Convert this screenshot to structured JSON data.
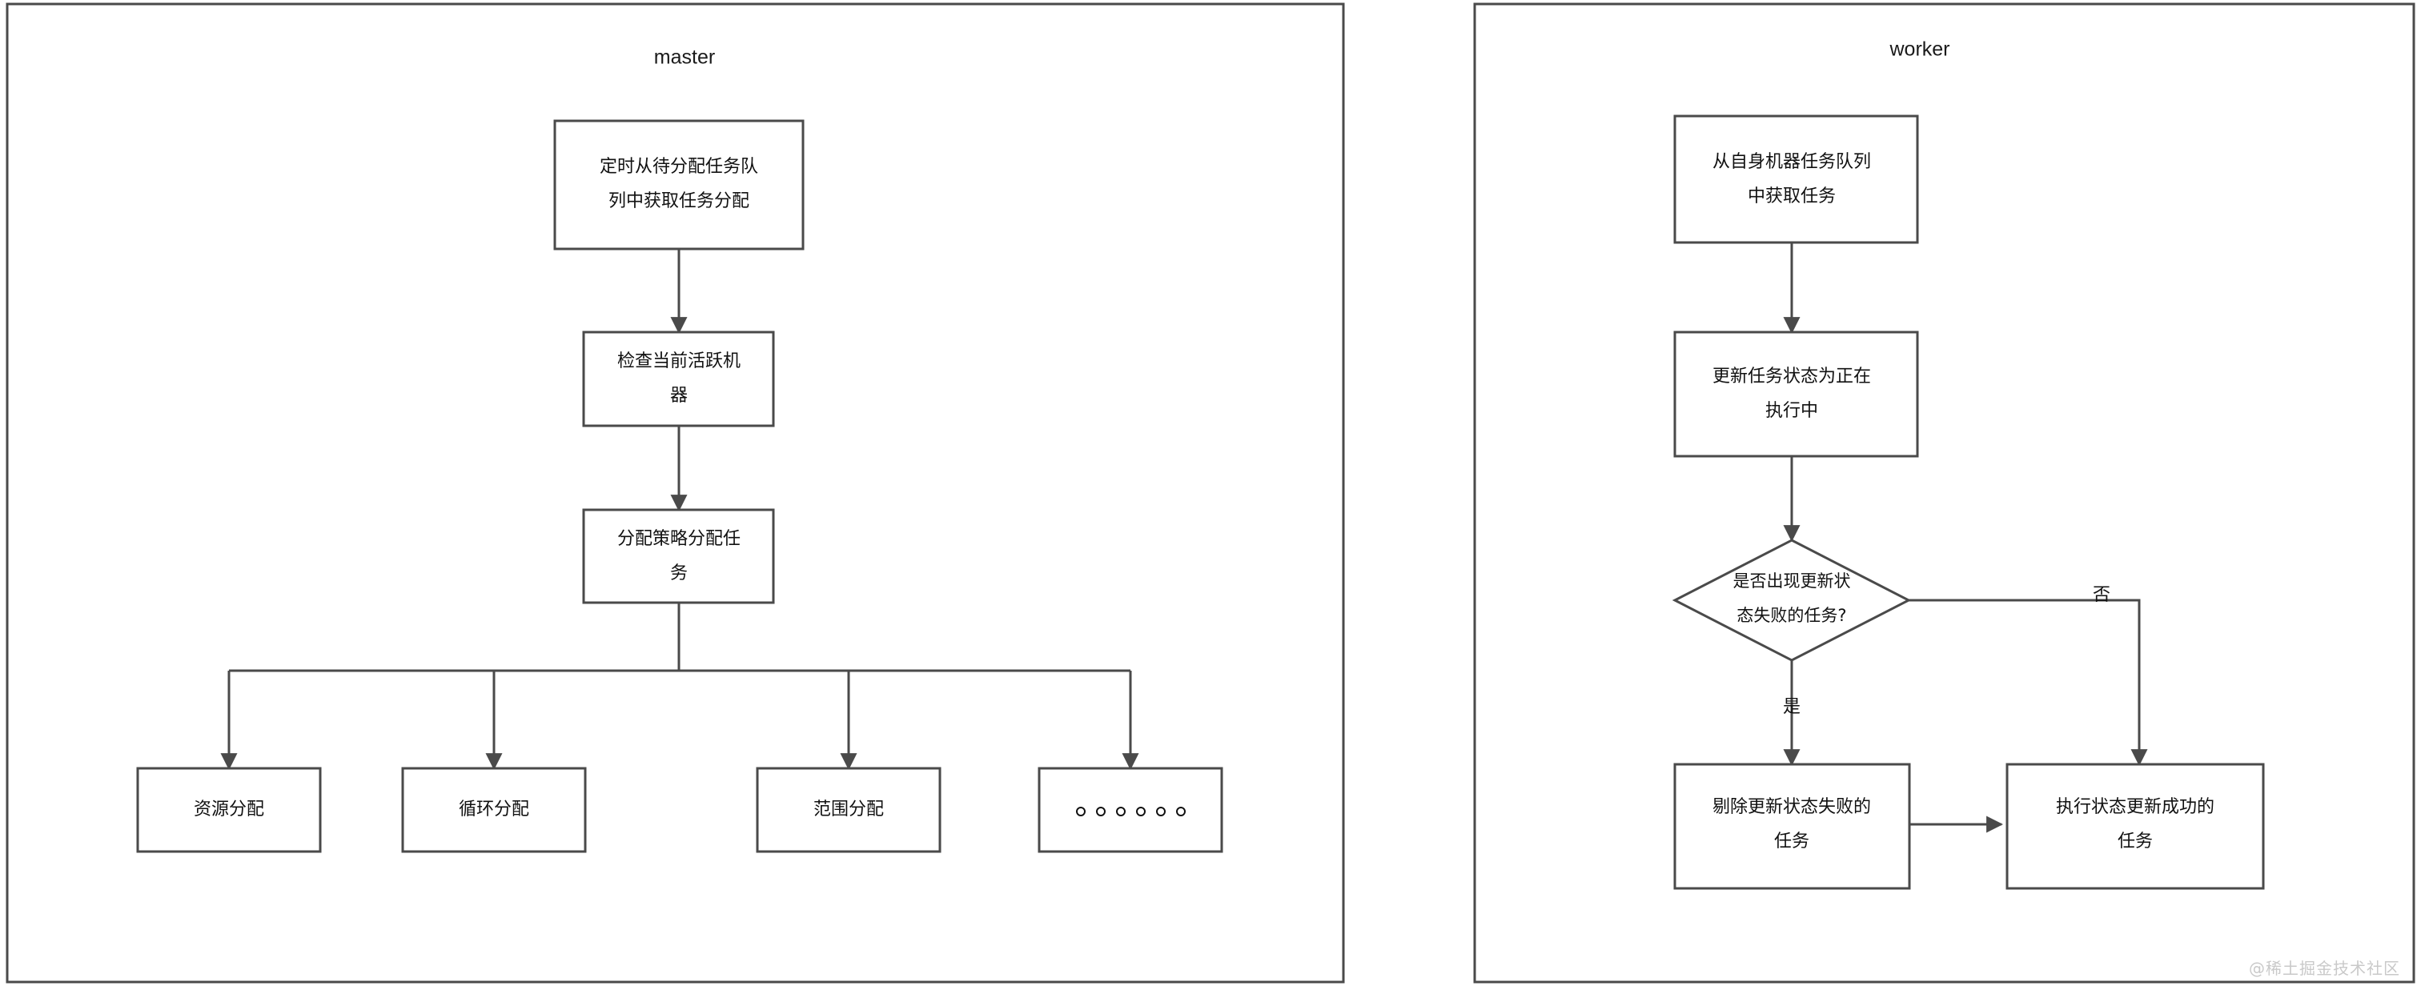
{
  "diagram": {
    "type": "flowchart",
    "background": "#ffffff",
    "stroke_color": "#4a4a4a",
    "text_color": "#111111",
    "panels": [
      {
        "id": "master",
        "title": "master",
        "nodes": [
          {
            "id": "m1",
            "shape": "rect",
            "text_lines": [
              "定时从待分配任务队",
              "列中获取任务分配"
            ]
          },
          {
            "id": "m2",
            "shape": "rect",
            "text_lines": [
              "检查当前活跃机",
              "器"
            ]
          },
          {
            "id": "m3",
            "shape": "rect",
            "text_lines": [
              "分配策略分配任",
              "务"
            ]
          },
          {
            "id": "m4",
            "shape": "rect",
            "text_lines": [
              "资源分配"
            ]
          },
          {
            "id": "m5",
            "shape": "rect",
            "text_lines": [
              "循环分配"
            ]
          },
          {
            "id": "m6",
            "shape": "rect",
            "text_lines": [
              "范围分配"
            ]
          },
          {
            "id": "m7",
            "shape": "rect",
            "text_lines": [
              "。。。。。。"
            ],
            "glyph": "six-dots"
          }
        ],
        "edges": [
          {
            "from": "m1",
            "to": "m2",
            "label": ""
          },
          {
            "from": "m2",
            "to": "m3",
            "label": ""
          },
          {
            "from": "m3",
            "to": "m4",
            "label": ""
          },
          {
            "from": "m3",
            "to": "m5",
            "label": ""
          },
          {
            "from": "m3",
            "to": "m6",
            "label": ""
          },
          {
            "from": "m3",
            "to": "m7",
            "label": ""
          }
        ]
      },
      {
        "id": "worker",
        "title": "worker",
        "nodes": [
          {
            "id": "w1",
            "shape": "rect",
            "text_lines": [
              "从自身机器任务队列",
              "中获取任务"
            ]
          },
          {
            "id": "w2",
            "shape": "rect",
            "text_lines": [
              "更新任务状态为正在",
              "执行中"
            ]
          },
          {
            "id": "w3",
            "shape": "diamond",
            "text_lines": [
              "是否出现更新状",
              "态失败的任务?"
            ]
          },
          {
            "id": "w4",
            "shape": "rect",
            "text_lines": [
              "剔除更新状态失败的",
              "任务"
            ]
          },
          {
            "id": "w5",
            "shape": "rect",
            "text_lines": [
              "执行状态更新成功的",
              "任务"
            ]
          }
        ],
        "edges": [
          {
            "from": "w1",
            "to": "w2",
            "label": ""
          },
          {
            "from": "w2",
            "to": "w3",
            "label": ""
          },
          {
            "from": "w3",
            "to": "w4",
            "label": "是"
          },
          {
            "from": "w3",
            "to": "w5",
            "label": "否"
          },
          {
            "from": "w4",
            "to": "w5",
            "label": ""
          }
        ]
      }
    ]
  },
  "watermark": {
    "text": "@稀土掘金技术社区"
  }
}
